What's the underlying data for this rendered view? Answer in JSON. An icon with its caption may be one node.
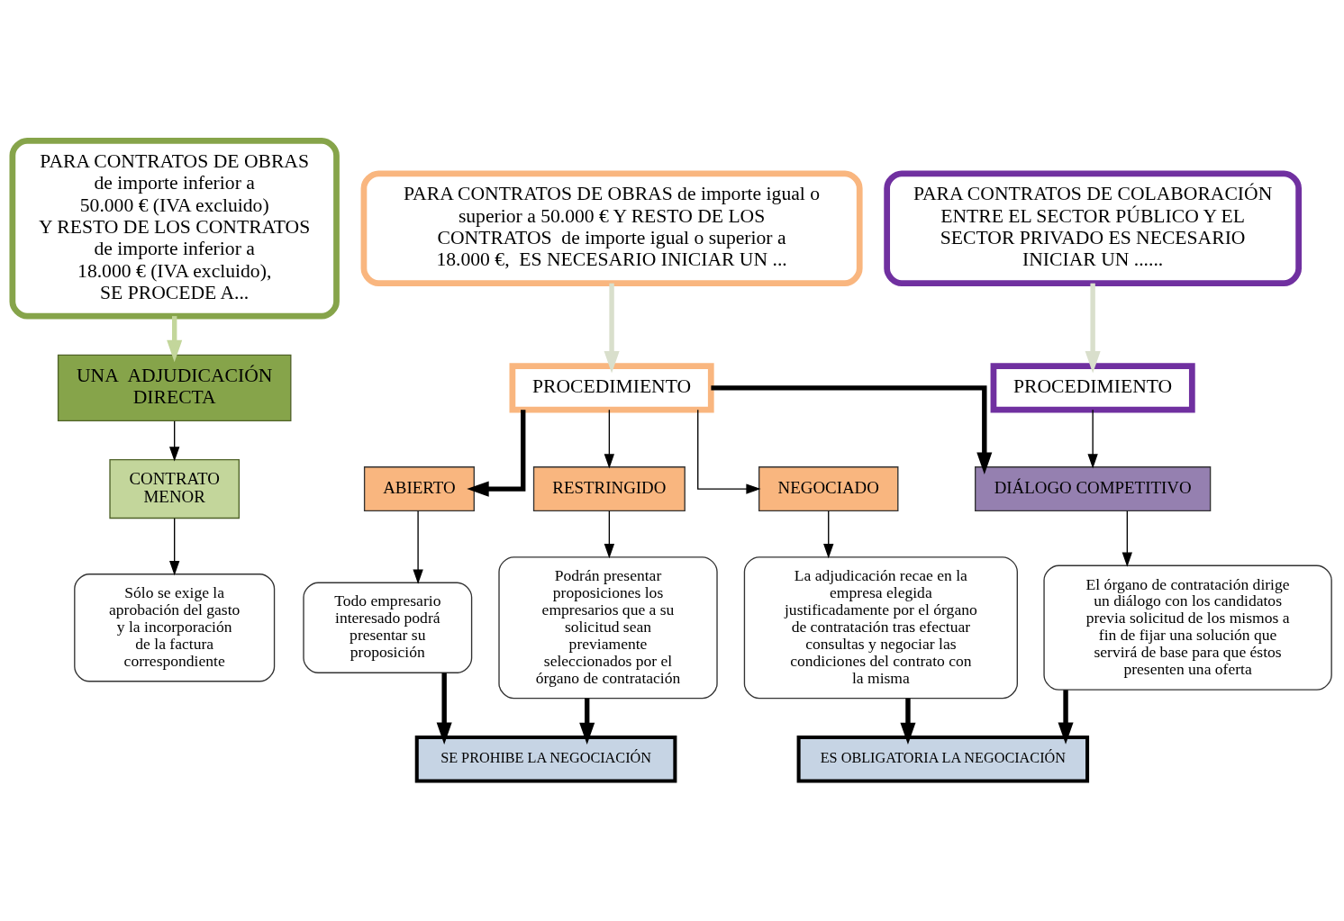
{
  "diagram": {
    "nodes": [
      {
        "text": [
          "PARA CONTRATOS DE OBRAS de importe inferior a 50.000 € (IVA excluido) Y RESTO DE LOS CONTRATOS de importe inferior a 18.000 € (IVA excluido),  SE PROCEDE A..."
        ]
      },
      {
        "text": [
          "PARA CONTRATOS DE OBRAS de importe igual o superior a 50.000 € Y RESTO DE LOS CONTRATOS  de importe igual o superior a 18.000 €,  ES NECESARIO INICIAR UN ..."
        ]
      },
      {
        "text": [
          "PARA CONTRATOS DE COLABORACIÓN ENTRE EL SECTOR PÚBLICO Y EL SECTOR PRIVADO ES NECESARIO INICIAR UN ......"
        ]
      },
      {
        "text": [
          "UNA  ADJUDICACIÓN DIRECTA"
        ]
      },
      {
        "text": [
          "PROCEDIMIENTO"
        ]
      },
      {
        "text": [
          "PROCEDIMIENTO"
        ]
      },
      {
        "text": [
          "CONTRATO MENOR"
        ]
      },
      {
        "text": [
          "ABIERTO"
        ]
      },
      {
        "text": [
          "RESTRINGIDO"
        ]
      },
      {
        "text": [
          "NEGOCIADO"
        ]
      },
      {
        "text": [
          "DIÁLOGO COMPETITIVO"
        ]
      },
      {
        "text": [
          "Sólo se exige la aprobación del gasto y la incorporación de la factura correspondiente"
        ]
      },
      {
        "text": [
          "Todo empresario interesado podrá presentar su proposición"
        ]
      },
      {
        "text": [
          "Podrán presentar proposiciones los empresarios que a su solicitud sean previamente seleccionados por el órgano de contratación"
        ]
      },
      {
        "text": [
          "La adjudicación recae en la empresa elegida justificadamente por el órgano de contratación tras efectuar consultas y negociar las condiciones del contrato con la misma"
        ]
      },
      {
        "text": [
          "El órgano de contratación dirige un diálogo con los candidatos previa solicitud de los mismos a fin de fijar una solución que servirá de base para que éstos presenten una oferta"
        ]
      },
      {
        "text": [
          "SE PROHIBE LA NEGOCIACIÓN"
        ]
      },
      {
        "text": [
          "ES OBLIGATORIA LA NEGOCIACIÓN"
        ]
      }
    ],
    "edges": [
      {
        "from": 0,
        "to": 3,
        "arrow": "to",
        "style": "thick",
        "color": "#c3d69b"
      },
      {
        "from": 1,
        "to": 4,
        "arrow": "to",
        "style": "thick",
        "color": "#d9dfcc"
      },
      {
        "from": 2,
        "to": 5,
        "arrow": "to",
        "style": "thick",
        "color": "#d9dfcc"
      },
      {
        "from": 3,
        "to": 6,
        "arrow": "to"
      },
      {
        "from": 4,
        "to": 7,
        "arrow": "to",
        "style": "thick"
      },
      {
        "from": 4,
        "to": 8,
        "arrow": "to"
      },
      {
        "from": 4,
        "to": 9,
        "arrow": "to"
      },
      {
        "from": 4,
        "to": 10,
        "arrow": "to",
        "style": "thick"
      },
      {
        "from": 5,
        "to": 10,
        "arrow": "to"
      },
      {
        "from": 6,
        "to": 11,
        "arrow": "to"
      },
      {
        "from": 7,
        "to": 12,
        "arrow": "to"
      },
      {
        "from": 8,
        "to": 13,
        "arrow": "to"
      },
      {
        "from": 9,
        "to": 14,
        "arrow": "to"
      },
      {
        "from": 10,
        "to": 15,
        "arrow": "to"
      },
      {
        "from": 12,
        "to": 16,
        "arrow": "to",
        "style": "thick"
      },
      {
        "from": 13,
        "to": 16,
        "arrow": "to",
        "style": "thick"
      },
      {
        "from": 14,
        "to": 17,
        "arrow": "to",
        "style": "thick"
      },
      {
        "from": 15,
        "to": 17,
        "arrow": "to",
        "style": "thick"
      }
    ]
  }
}
